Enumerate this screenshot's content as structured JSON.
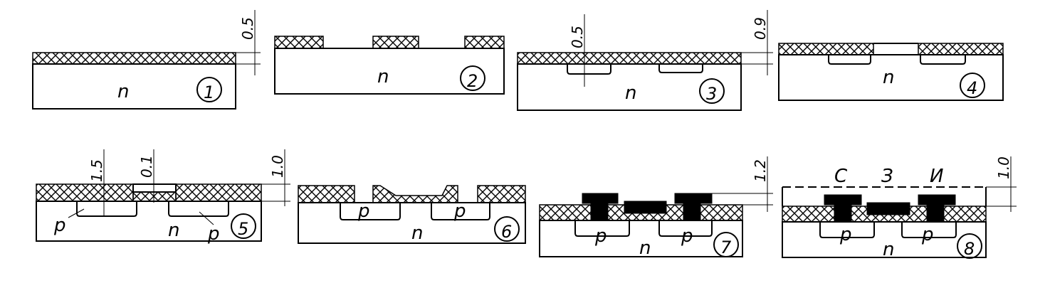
{
  "diagram": {
    "steps": [
      {
        "number": "1",
        "region_label": "n",
        "dims": [
          "0.5"
        ]
      },
      {
        "number": "2",
        "region_label": "n",
        "dims": []
      },
      {
        "number": "3",
        "region_label": "n",
        "dims": [
          "0.5",
          "0.9"
        ]
      },
      {
        "number": "4",
        "region_label": "n",
        "dims": []
      },
      {
        "number": "5",
        "region_label": "n",
        "p_labels": [
          "p",
          "p"
        ],
        "dims": [
          "1.5",
          "0.1",
          "1.0"
        ]
      },
      {
        "number": "6",
        "region_label": "n",
        "p_labels": [
          "p",
          "p"
        ],
        "dims": []
      },
      {
        "number": "7",
        "region_label": "n",
        "p_labels": [
          "p",
          "p"
        ],
        "dims": [
          "1.2"
        ]
      },
      {
        "number": "8",
        "region_label": "n",
        "p_labels": [
          "p",
          "p"
        ],
        "dims": [
          "1.0"
        ],
        "electrode_labels": [
          "С",
          "З",
          "И"
        ]
      }
    ]
  }
}
